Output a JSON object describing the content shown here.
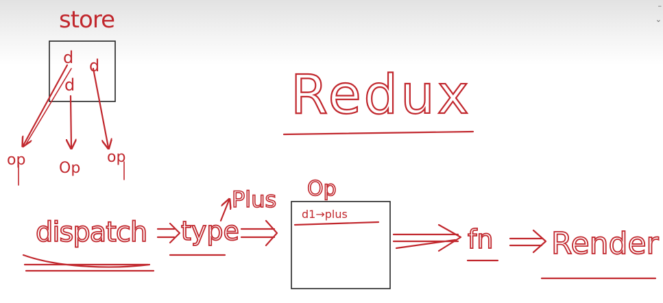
{
  "labels": {
    "store": "store",
    "title": "Redux",
    "state_d1": "d",
    "state_d2": "d",
    "state_d3": "d",
    "component1": "op",
    "component2": "Op",
    "component3": "op",
    "dispatch": "dispatch",
    "type": "type",
    "plus": "Plus",
    "reducer_label": "Op",
    "reducer_entry": "d1→plus",
    "fn": "fn",
    "render": "Render"
  },
  "colors": {
    "ink": "#c1272d",
    "box": "#222222"
  }
}
